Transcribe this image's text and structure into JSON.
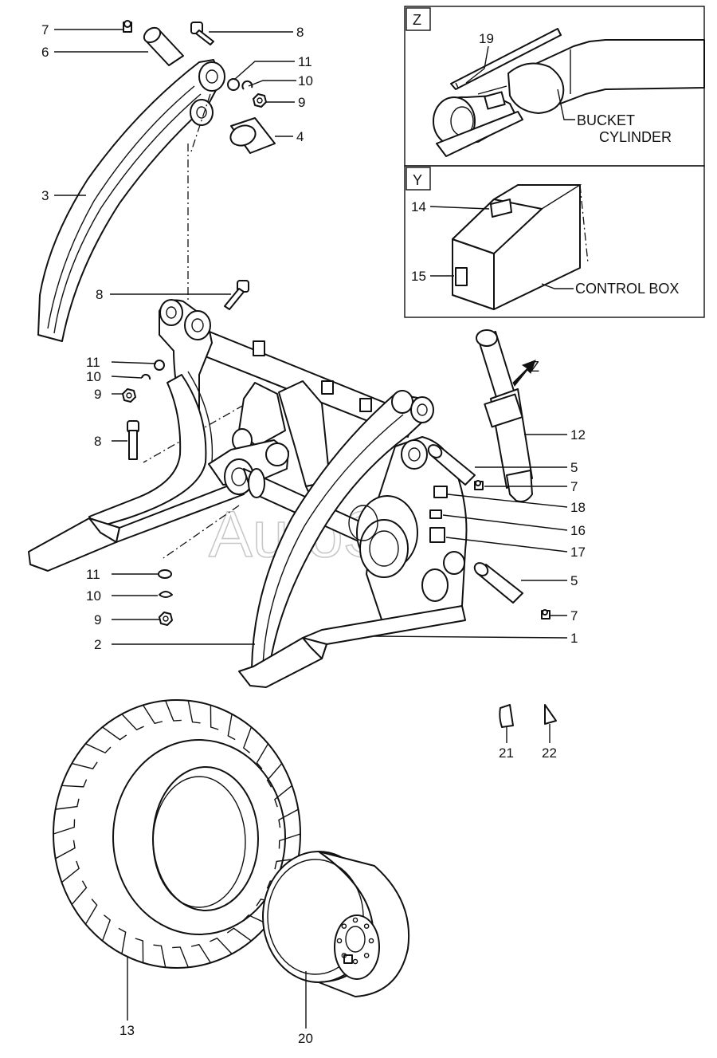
{
  "callouts": {
    "c1": "1",
    "c2": "2",
    "c3": "3",
    "c4": "4",
    "c5a": "5",
    "c5b": "5",
    "c6": "6",
    "c7a": "7",
    "c7b": "7",
    "c7c": "7",
    "c8a": "8",
    "c8b": "8",
    "c8c": "8",
    "c9a": "9",
    "c9b": "9",
    "c9c": "9",
    "c10a": "10",
    "c10b": "10",
    "c10c": "10",
    "c11a": "11",
    "c11b": "11",
    "c11c": "11",
    "c12": "12",
    "c13": "13",
    "c14": "14",
    "c15": "15",
    "c16": "16",
    "c17": "17",
    "c18": "18",
    "c19": "19",
    "c20": "20",
    "c21": "21",
    "c22": "22"
  },
  "detail_z": {
    "tag": "Z",
    "label_line1": "BUCKET",
    "label_line2": "CYLINDER"
  },
  "detail_y": {
    "tag": "Y",
    "label": "CONTROL BOX"
  },
  "view_arrow_label": "Z",
  "watermark": "AutoSoft"
}
